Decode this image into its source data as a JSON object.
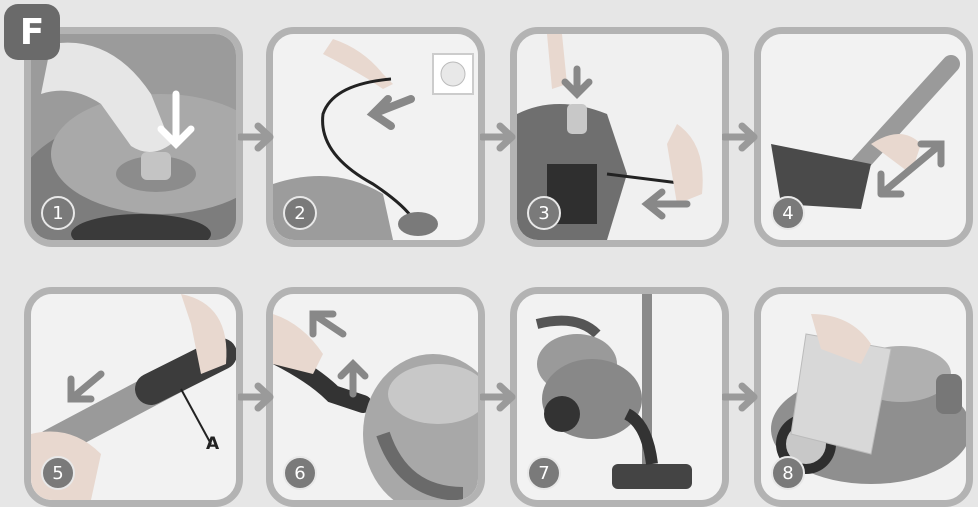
{
  "section_label": "F",
  "steps": [
    {
      "number": "1"
    },
    {
      "number": "2"
    },
    {
      "number": "3"
    },
    {
      "number": "4"
    },
    {
      "number": "5",
      "callout": "A"
    },
    {
      "number": "6"
    },
    {
      "number": "7"
    },
    {
      "number": "8"
    }
  ],
  "colors": {
    "panel_border": "#b3b3b3",
    "badge": "#6a6a6a",
    "arrow": "#9a9a9a"
  }
}
